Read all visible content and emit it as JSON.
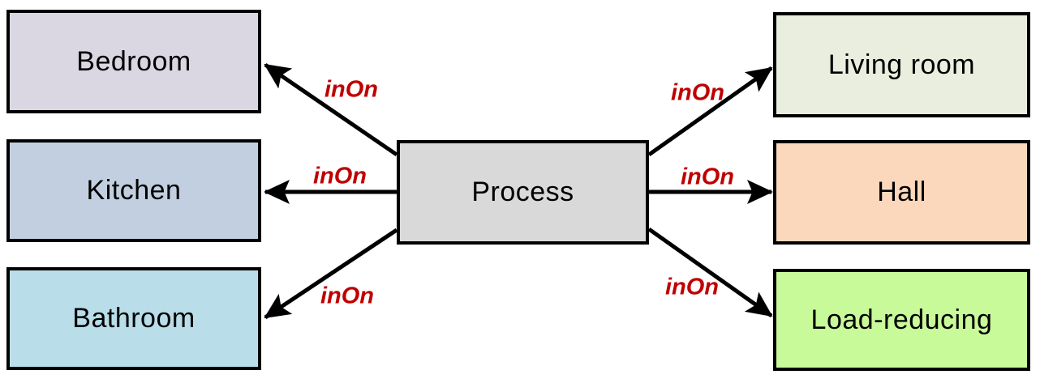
{
  "diagram": {
    "background_color": "#ffffff",
    "line_color": "#000000",
    "edge_label_color": "#c00000",
    "node_text_color": "#000000"
  },
  "nodes": [
    {
      "id": "bedroom",
      "label": "Bedroom",
      "fill": "#dad6e2"
    },
    {
      "id": "kitchen",
      "label": "Kitchen",
      "fill": "#c2cfe0"
    },
    {
      "id": "bathroom",
      "label": "Bathroom",
      "fill": "#b9dee9"
    },
    {
      "id": "process",
      "label": "Process",
      "fill": "#d9d9d9"
    },
    {
      "id": "living-room",
      "label": "Living room",
      "fill": "#e9eede"
    },
    {
      "id": "hall",
      "label": "Hall",
      "fill": "#fbd8bb"
    },
    {
      "id": "load-reducing",
      "label": "Load-reducing",
      "fill": "#c9fa9a"
    }
  ],
  "edges": [
    {
      "from": "process",
      "to": "bedroom",
      "label": "inOn"
    },
    {
      "from": "process",
      "to": "kitchen",
      "label": "inOn"
    },
    {
      "from": "process",
      "to": "bathroom",
      "label": "inOn"
    },
    {
      "from": "process",
      "to": "living-room",
      "label": "inOn"
    },
    {
      "from": "process",
      "to": "hall",
      "label": "inOn"
    },
    {
      "from": "process",
      "to": "load-reducing",
      "label": "inOn"
    }
  ]
}
